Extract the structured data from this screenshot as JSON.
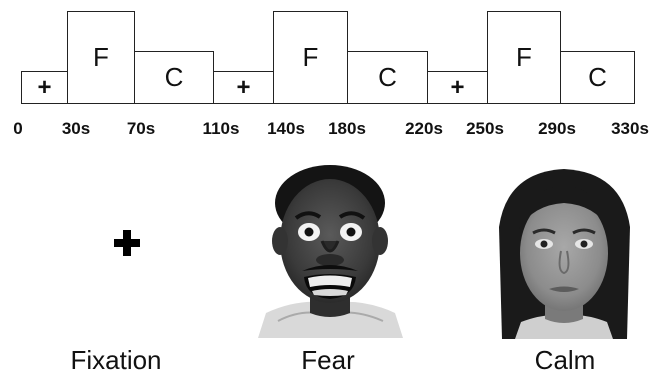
{
  "timeline": {
    "blocks": [
      {
        "label": "+",
        "kind": "fixation"
      },
      {
        "label": "F",
        "kind": "fear"
      },
      {
        "label": "C",
        "kind": "calm"
      },
      {
        "label": "+",
        "kind": "fixation"
      },
      {
        "label": "F",
        "kind": "fear"
      },
      {
        "label": "C",
        "kind": "calm"
      },
      {
        "label": "+",
        "kind": "fixation"
      },
      {
        "label": "F",
        "kind": "fear"
      },
      {
        "label": "C",
        "kind": "calm"
      }
    ],
    "ticks": [
      "0",
      "30s",
      "70s",
      "110s",
      "140s",
      "180s",
      "220s",
      "250s",
      "290s",
      "330s"
    ]
  },
  "stimuli": {
    "fixation_label": "Fixation",
    "fear_label": "Fear",
    "calm_label": "Calm"
  }
}
